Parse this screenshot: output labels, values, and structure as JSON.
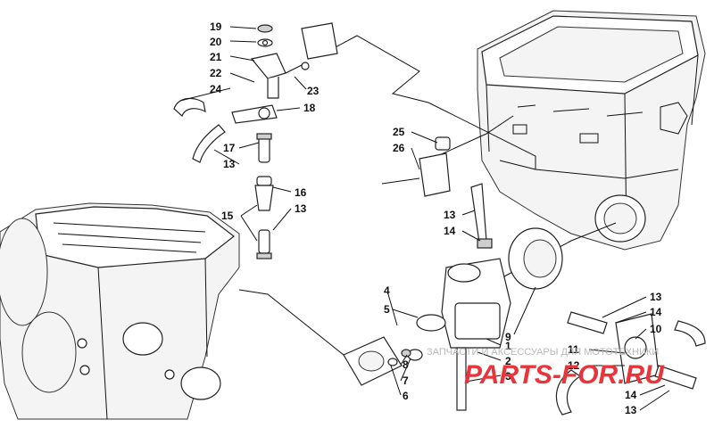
{
  "diagram": {
    "callouts": [
      {
        "id": "c19",
        "text": "19"
      },
      {
        "id": "c20",
        "text": "20"
      },
      {
        "id": "c21",
        "text": "21"
      },
      {
        "id": "c22",
        "text": "22"
      },
      {
        "id": "c24",
        "text": "24"
      },
      {
        "id": "c23",
        "text": "23"
      },
      {
        "id": "c18",
        "text": "18"
      },
      {
        "id": "c17",
        "text": "17"
      },
      {
        "id": "c13a",
        "text": "13"
      },
      {
        "id": "c16",
        "text": "16"
      },
      {
        "id": "c15",
        "text": "15"
      },
      {
        "id": "c13b",
        "text": "13"
      },
      {
        "id": "c25",
        "text": "25"
      },
      {
        "id": "c26",
        "text": "26"
      },
      {
        "id": "c13c",
        "text": "13"
      },
      {
        "id": "c14a",
        "text": "14"
      },
      {
        "id": "c4",
        "text": "4"
      },
      {
        "id": "c5",
        "text": "5"
      },
      {
        "id": "c9",
        "text": "9"
      },
      {
        "id": "c1",
        "text": "1"
      },
      {
        "id": "c2",
        "text": "2"
      },
      {
        "id": "c3",
        "text": "3"
      },
      {
        "id": "c8",
        "text": "8"
      },
      {
        "id": "c7",
        "text": "7"
      },
      {
        "id": "c6",
        "text": "6"
      },
      {
        "id": "c13d",
        "text": "13"
      },
      {
        "id": "c14b",
        "text": "14"
      },
      {
        "id": "c10",
        "text": "10"
      },
      {
        "id": "c11",
        "text": "11"
      },
      {
        "id": "c12",
        "text": "12"
      },
      {
        "id": "c14c",
        "text": "14"
      },
      {
        "id": "c13e",
        "text": "13"
      }
    ]
  },
  "watermark": {
    "line1": "ЗАПЧАСТИ И АКСЕССУАРЫ ДЛЯ МОТОТЕХНИКИ",
    "brand": "PARTS-FOR.RU",
    "brand_color": "#e8343a",
    "line1_color": "#b8b8b8"
  }
}
